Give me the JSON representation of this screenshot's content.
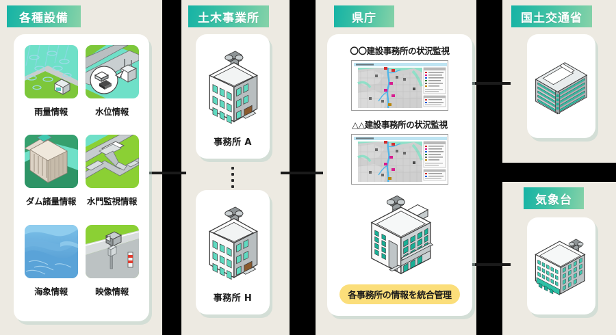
{
  "sections": {
    "facilities": {
      "title": "各種設備",
      "items": [
        {
          "label": "雨量情報",
          "icon": "rain-gauge-icon"
        },
        {
          "label": "水位情報",
          "icon": "water-level-sensor-icon"
        },
        {
          "label": "ダム諸量情報",
          "icon": "dam-icon"
        },
        {
          "label": "水門監視情報",
          "icon": "floodgate-icon"
        },
        {
          "label": "海象情報",
          "icon": "sea-wave-icon"
        },
        {
          "label": "映像情報",
          "icon": "camera-pole-icon"
        }
      ]
    },
    "offices": {
      "title": "土木事業所",
      "items": [
        {
          "label": "事務所 A",
          "icon": "office-building-icon"
        },
        {
          "label": "事務所 H",
          "icon": "office-building-icon"
        }
      ],
      "ellipsis_dots": 4
    },
    "prefecture": {
      "title": "県庁",
      "monitors": [
        {
          "title": "〇〇建設事務所の状況監視",
          "icon": "map-screenshot-icon"
        },
        {
          "title": "△△建設事務所の状況監視",
          "icon": "map-screenshot-icon"
        }
      ],
      "building_icon": "headquarters-building-icon",
      "pill_label": "各事務所の情報を統合管理"
    },
    "mlit": {
      "title": "国土交通省",
      "building_icon": "ministry-building-icon"
    },
    "jma": {
      "title": "気象台",
      "building_icon": "observatory-building-icon"
    }
  },
  "colors": {
    "badge_start": "#16B3A5",
    "badge_end": "#86D2A8",
    "panel_bg": "#EDEAE2",
    "page_bg": "#000000",
    "card_bg": "#FFFFFF",
    "pill_bg": "#FBDE7A",
    "connector": "#1A1A1A",
    "text": "#1A1A1A"
  }
}
